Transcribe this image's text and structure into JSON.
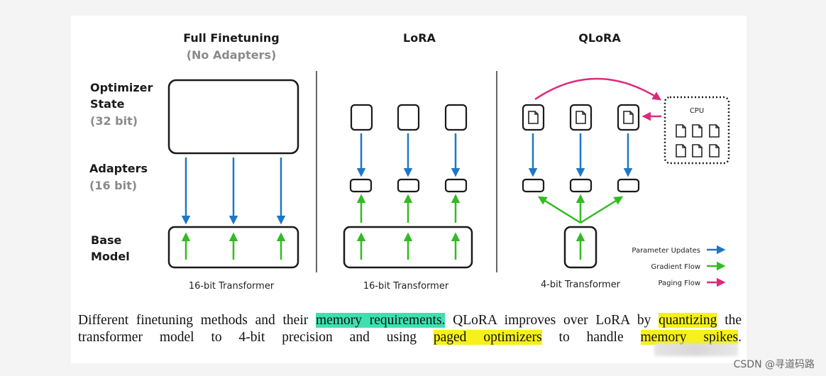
{
  "columns": {
    "full": {
      "title": "Full Finetuning",
      "subtitle": "(No Adapters)",
      "caption": "16-bit Transformer"
    },
    "lora": {
      "title": "LoRA",
      "caption": "16-bit Transformer"
    },
    "qlora": {
      "title": "QLoRA",
      "caption": "4-bit Transformer"
    }
  },
  "row_labels": {
    "optimizer": {
      "line1": "Optimizer",
      "line2": "State",
      "line3": "(32 bit)"
    },
    "adapters": {
      "line1": "Adapters",
      "line2": "(16 bit)"
    },
    "base": {
      "line1": "Base",
      "line2": "Model"
    }
  },
  "cpu_label": "CPU",
  "legend": {
    "parameter_updates": "Parameter Updates",
    "gradient_flow": "Gradient Flow",
    "paging_flow": "Paging Flow"
  },
  "colors": {
    "parameter_updates": "#1f77c4",
    "gradient_flow": "#33bb22",
    "paging_flow": "#e0287a",
    "caption_highlight_green": "#3fe0b0",
    "caption_highlight_yellow": "#f6f11a"
  },
  "caption": {
    "p1": "Different finetuning methods and their ",
    "hl1": "memory requirements.",
    "p2": " QLoRA improves over LoRA by ",
    "hl2": "quantizing",
    "p3": " the transformer model to 4-bit precision and using ",
    "hl3": "paged optimizers",
    "p4": " to handle ",
    "hl4": "memory spikes",
    "p5": "."
  },
  "watermark": "CSDN @寻道码路"
}
